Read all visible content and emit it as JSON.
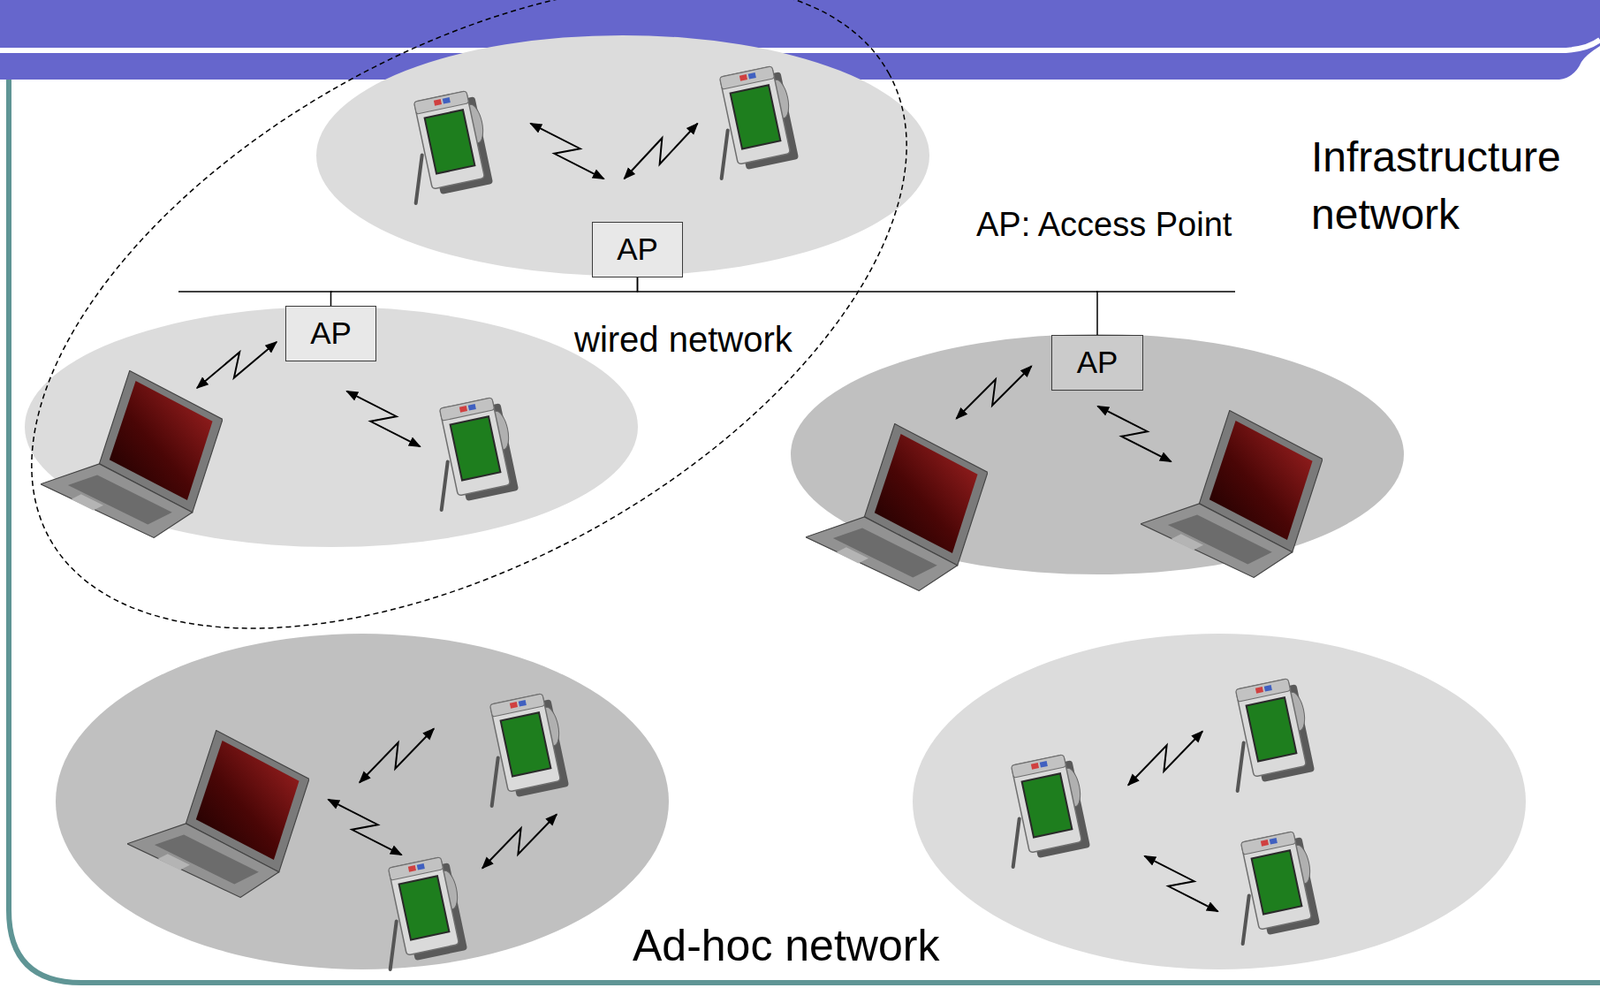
{
  "diagram": {
    "nodes": [
      {
        "text": [
          "AP"
        ]
      },
      {
        "text": [
          "AP"
        ]
      },
      {
        "text": [
          "AP"
        ]
      }
    ],
    "edges": [
      {
        "from": 1,
        "to": 0,
        "arrow": "none"
      },
      {
        "from": 0,
        "to": 2,
        "arrow": "none"
      }
    ],
    "labels": [
      "Infrastructure network",
      "AP: Access Point",
      "wired network",
      "Ad-hoc network"
    ]
  }
}
